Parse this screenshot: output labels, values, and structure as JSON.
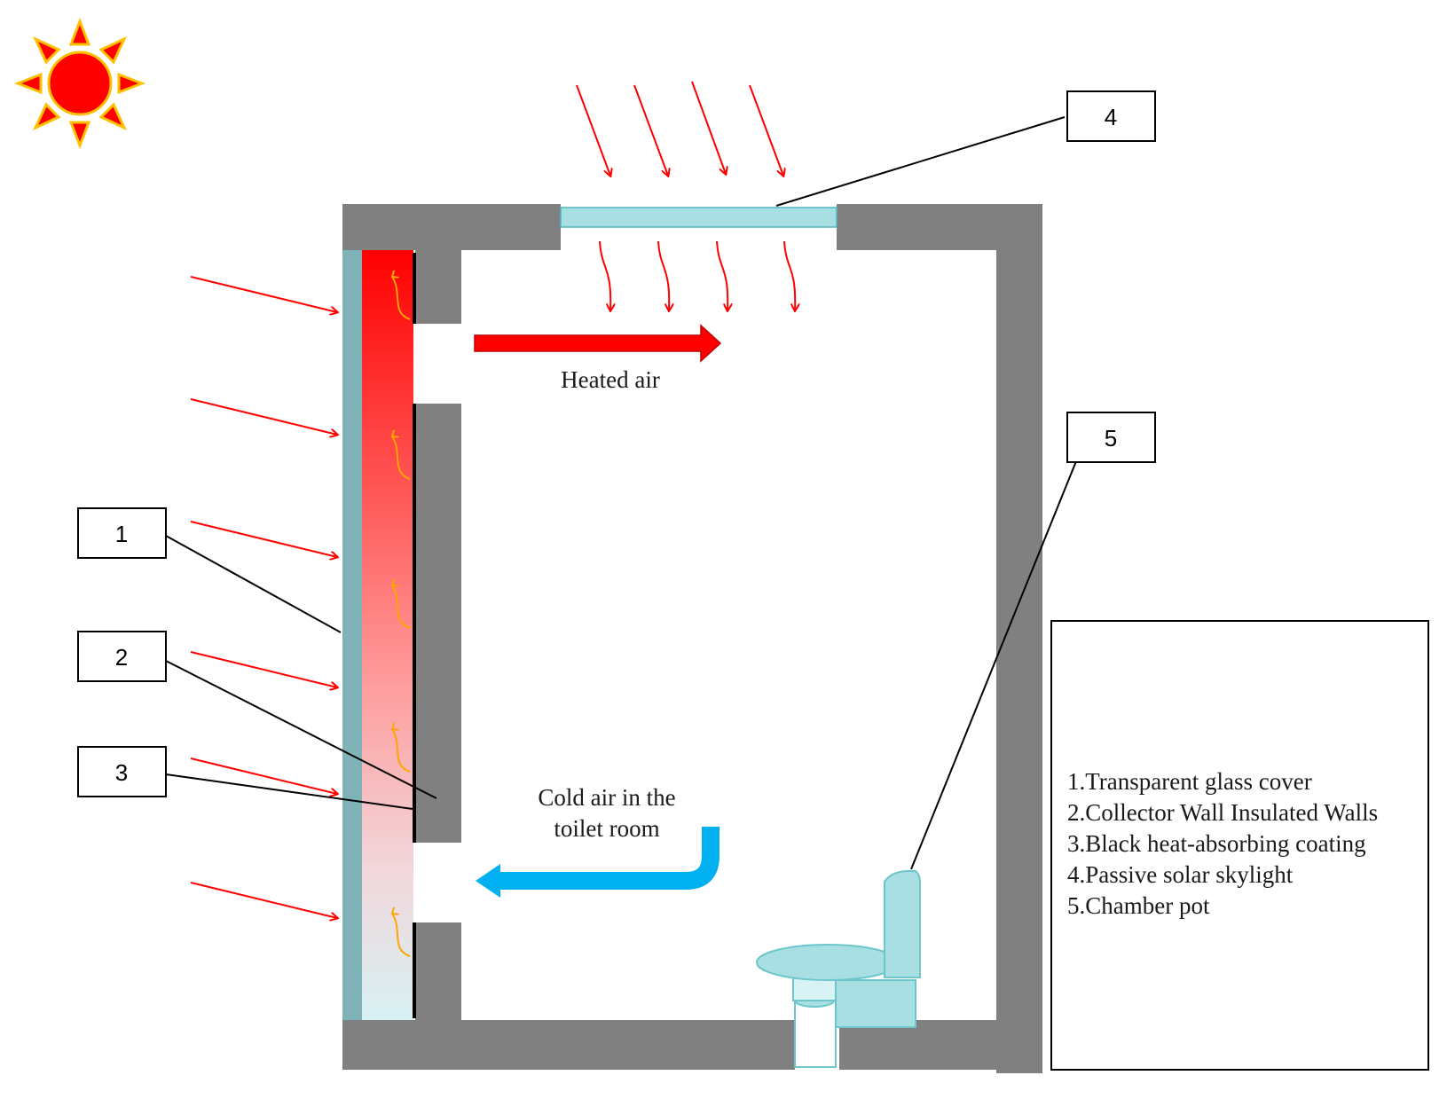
{
  "callouts": [
    {
      "number": "1"
    },
    {
      "number": "2"
    },
    {
      "number": "3"
    },
    {
      "number": "4"
    },
    {
      "number": "5"
    }
  ],
  "flow_labels": {
    "heated_air": "Heated air",
    "cold_air_line1": "Cold air in the",
    "cold_air_line2": "toilet room"
  },
  "legend": {
    "items": [
      "1.Transparent glass cover",
      "2.Collector Wall Insulated Walls",
      "3.Black heat-absorbing coating",
      "4.Passive solar skylight",
      "5.Chamber pot"
    ]
  },
  "icons": {
    "sun": "sun-icon",
    "toilet": "chamber-pot-icon"
  },
  "colors": {
    "wall": "#808080",
    "glass": "#7fb3b8",
    "skylight": "#a8dfe3",
    "solar_ray": "#ff0000",
    "heated_air": "#ff0000",
    "cold_air": "#00b0f0",
    "convection": "#ffa500",
    "coating": "#000000",
    "toilet": "#a8dfe3",
    "sun_core": "#ff0000",
    "sun_rays": "#ff0000",
    "sun_outline": "#ffc000"
  }
}
